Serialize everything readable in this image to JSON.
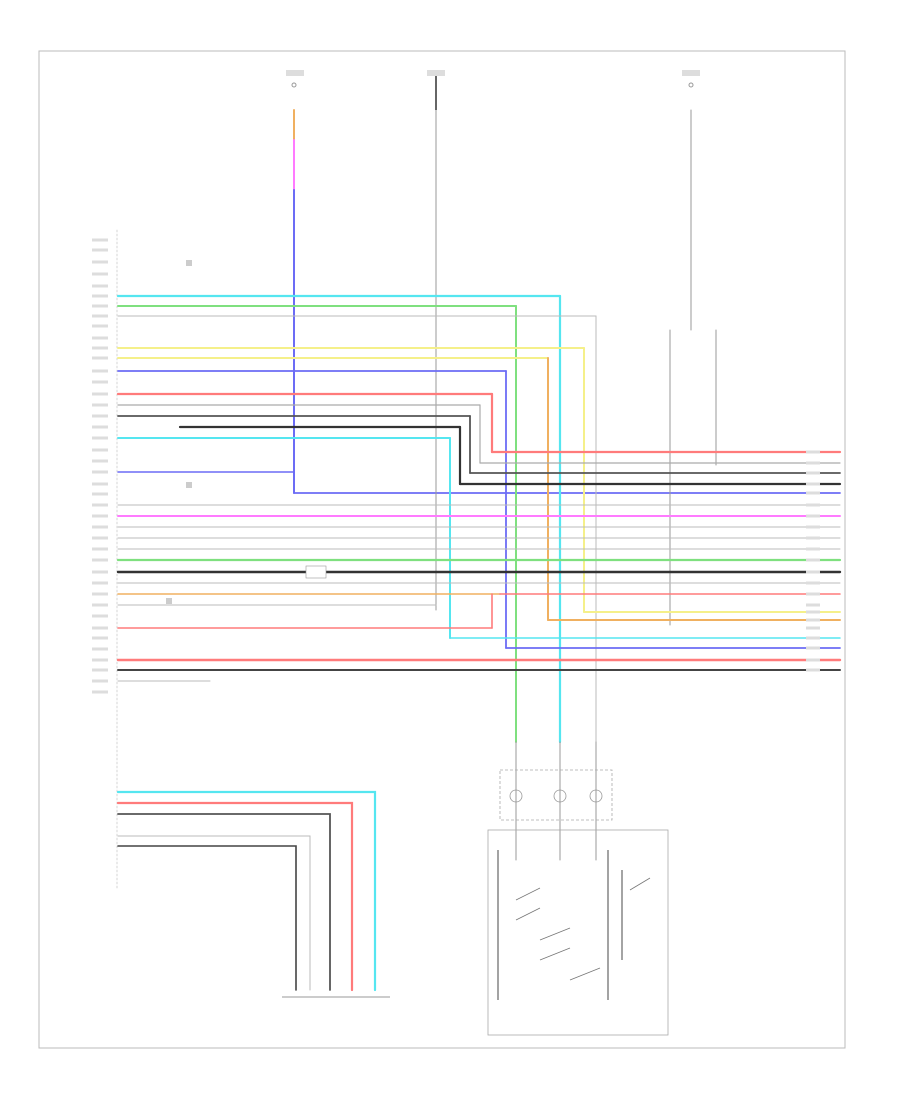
{
  "figure_code": "",
  "top_connectors": [
    {
      "id": "fuse_left",
      "name": "",
      "note": ""
    },
    {
      "id": "ground_mid",
      "name": "",
      "note": ""
    },
    {
      "id": "fuse_right",
      "name": "",
      "note": ""
    }
  ],
  "notes": {
    "system_note_1": "",
    "system_note_2": "",
    "steering_switch_note": "",
    "steering_switch_note_2": "",
    "power_source_note": ""
  },
  "head_unit": {
    "name": "",
    "connector": ""
  },
  "spiral_cable": {
    "name": "",
    "connector": ""
  },
  "steering_pad_switch": {
    "name": "",
    "left_name": "",
    "right_name": ""
  },
  "telephone_mic": {
    "name": "",
    "connector": ""
  },
  "colors": {
    "cyan": "#55e6f0",
    "green": "#7fe07f",
    "yellow": "#f5f08a",
    "red": "#ff7b7b",
    "blue": "#6c6cf5",
    "magenta": "#ff7bff",
    "orange": "#f0b060",
    "gray": "#999999",
    "dark": "#333333",
    "frame": "#bbbbbb"
  }
}
